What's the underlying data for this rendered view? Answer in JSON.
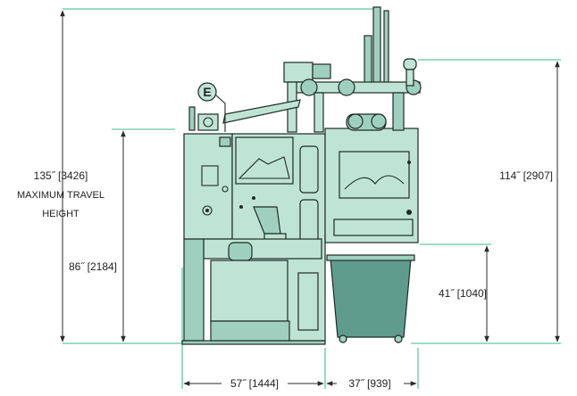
{
  "dimensions": {
    "max_travel_height": {
      "line1": "135˝ [3426]",
      "line2": "MAXIMUM TRAVEL",
      "line3": "HEIGHT"
    },
    "cabinet_height": "86˝ [2184]",
    "right_height": "114˝ [2907]",
    "bin_height": "41˝ [1040]",
    "left_width": "57˝ [1444]",
    "right_width": "37˝ [939]"
  },
  "callout": {
    "label": "E"
  },
  "colors": {
    "machine": "#bfe4d6",
    "bin": "#5f9c8c",
    "guide": "#7fd0b2"
  }
}
